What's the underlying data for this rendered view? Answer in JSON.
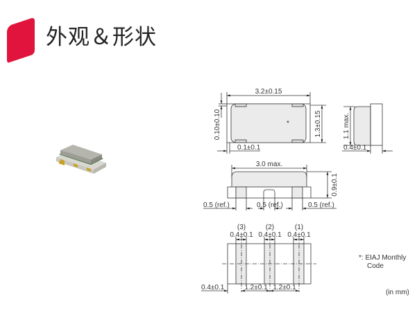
{
  "header": {
    "title": "外观＆形状",
    "brand_color": "#e0143c"
  },
  "drawing": {
    "top_view": {
      "width_dim": "3.2±0.15",
      "height_dim": "1.3±0.15",
      "left_dim": "0.10±0.10",
      "bottom_dim": "0.1±0.1",
      "mark": "*"
    },
    "side_view": {
      "height_dim": "1.1 max.",
      "width_dim": "0.4±0.1"
    },
    "front_view": {
      "width_dim": "3.0 max.",
      "height_dim": "0.9±0.1",
      "left_ref": "0.5 (ref.)",
      "center_ref": "0.5 (ref.)",
      "right_ref": "0.5 (ref.)"
    },
    "bottom_view": {
      "terminals": [
        {
          "label": "(3)",
          "dim": "0.4±0.1"
        },
        {
          "label": "(2)",
          "dim": "0.4±0.1"
        },
        {
          "label": "(1)",
          "dim": "0.4±0.1"
        }
      ],
      "left_dim": "0.4±0.1",
      "pitch_1": "1.2±0.1",
      "pitch_2": "1.2±0.1"
    }
  },
  "notes": {
    "mark_note_line1": "*: EIAJ Monthly",
    "mark_note_line2": "Code",
    "units": "(in mm)"
  }
}
